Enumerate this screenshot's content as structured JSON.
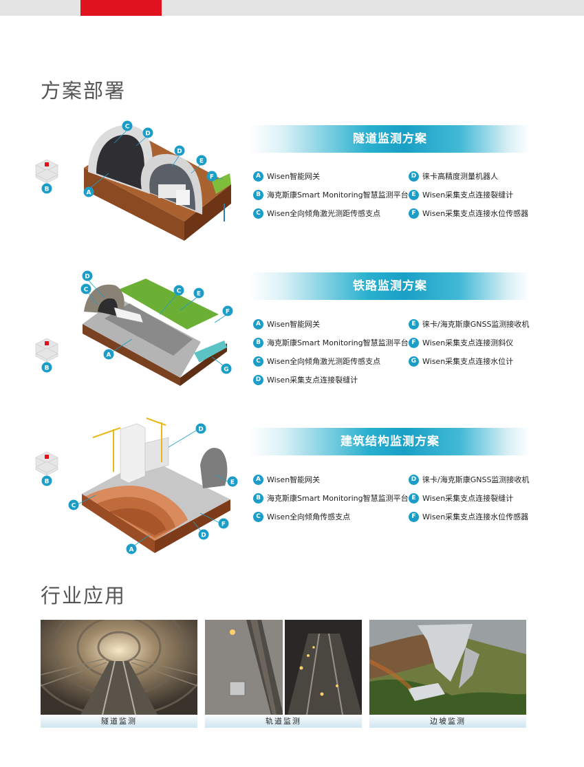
{
  "header": {
    "accent_color": "#e0121e"
  },
  "section1_title": "方案部署",
  "section2_title": "行业应用",
  "gateway_label": "B",
  "tunnel": {
    "title": "隧道监测方案",
    "markers": [
      "C",
      "D",
      "D",
      "E",
      "F",
      "A"
    ],
    "legend": [
      {
        "key": "A",
        "text": "Wisen智能网关"
      },
      {
        "key": "B",
        "text": "海克斯康Smart Monitoring智慧监测平台"
      },
      {
        "key": "C",
        "text": "Wisen全向倾角激光测距传感支点"
      },
      {
        "key": "D",
        "text": "徕卡高精度测量机器人"
      },
      {
        "key": "E",
        "text": "Wisen采集支点连接裂缝计"
      },
      {
        "key": "F",
        "text": "Wisen采集支点连接水位传感器"
      }
    ]
  },
  "railway": {
    "title": "铁路监测方案",
    "markers": [
      "D",
      "C",
      "C",
      "E",
      "F",
      "A",
      "G"
    ],
    "legend": [
      {
        "key": "A",
        "text": "Wisen智能网关"
      },
      {
        "key": "B",
        "text": "海克斯康Smart Monitoring智慧监测平台"
      },
      {
        "key": "C",
        "text": "Wisen全向倾角激光测距传感支点"
      },
      {
        "key": "D",
        "text": "Wisen采集支点连接裂缝计"
      },
      {
        "key": "E",
        "text": "徕卡/海克斯康GNSS监测接收机"
      },
      {
        "key": "F",
        "text": "Wisen采集支点连接测斜仪"
      },
      {
        "key": "G",
        "text": "Wisen采集支点连接水位计"
      }
    ]
  },
  "building": {
    "title": "建筑结构监测方案",
    "markers": [
      "D",
      "E",
      "C",
      "F",
      "D",
      "A"
    ],
    "legend": [
      {
        "key": "A",
        "text": "Wisen智能网关"
      },
      {
        "key": "B",
        "text": "海克斯康Smart Monitoring智慧监测平台"
      },
      {
        "key": "C",
        "text": "Wisen全向倾角传感支点"
      },
      {
        "key": "D",
        "text": "徕卡/海克斯康GNSS监测接收机"
      },
      {
        "key": "E",
        "text": "Wisen采集支点连接裂缝计"
      },
      {
        "key": "F",
        "text": "Wisen采集支点连接水位传感器"
      }
    ]
  },
  "applications": [
    {
      "caption": "隧道监测"
    },
    {
      "caption": "轨道监测"
    },
    {
      "caption": "边坡监测"
    }
  ]
}
